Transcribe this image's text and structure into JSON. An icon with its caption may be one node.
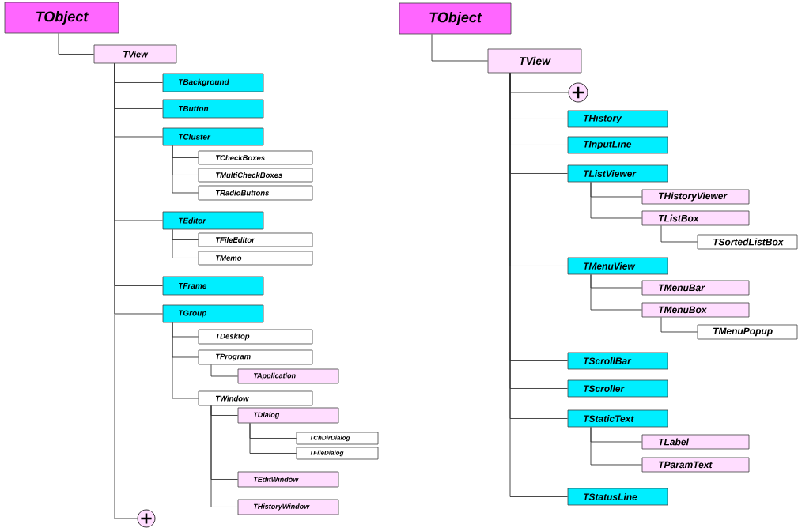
{
  "diagram": {
    "nodes": [
      {
        "text": [
          "TObject"
        ]
      },
      {
        "text": [
          "TView"
        ]
      },
      {
        "text": [
          "TBackground"
        ]
      },
      {
        "text": [
          "TButton"
        ]
      },
      {
        "text": [
          "TCluster"
        ]
      },
      {
        "text": [
          "TCheckBoxes"
        ]
      },
      {
        "text": [
          "TMultiCheckBoxes"
        ]
      },
      {
        "text": [
          "TRadioButtons"
        ]
      },
      {
        "text": [
          "TEditor"
        ]
      },
      {
        "text": [
          "TFileEditor"
        ]
      },
      {
        "text": [
          "TMemo"
        ]
      },
      {
        "text": [
          "TFrame"
        ]
      },
      {
        "text": [
          "TGroup"
        ]
      },
      {
        "text": [
          "TDesktop"
        ]
      },
      {
        "text": [
          "TProgram"
        ]
      },
      {
        "text": [
          "TApplication"
        ]
      },
      {
        "text": [
          "TWindow"
        ]
      },
      {
        "text": [
          "TDialog"
        ]
      },
      {
        "text": [
          "TChDirDialog"
        ]
      },
      {
        "text": [
          "TFileDialog"
        ]
      },
      {
        "text": [
          "TEditWindow"
        ]
      },
      {
        "text": [
          "THistoryWindow"
        ]
      },
      {
        "text": [],
        "shape": "circle"
      },
      {
        "text": [
          "TObject"
        ]
      },
      {
        "text": [
          "TView"
        ]
      },
      {
        "text": [],
        "shape": "circle"
      },
      {
        "text": [
          "THistory"
        ]
      },
      {
        "text": [
          "TInputLine"
        ]
      },
      {
        "text": [
          "TListViewer"
        ]
      },
      {
        "text": [
          "THistoryViewer"
        ]
      },
      {
        "text": [
          "TListBox"
        ]
      },
      {
        "text": [
          "TSortedListBox"
        ]
      },
      {
        "text": [
          "TMenuView"
        ]
      },
      {
        "text": [
          "TMenuBar"
        ]
      },
      {
        "text": [
          "TMenuBox"
        ]
      },
      {
        "text": [
          "TMenuPopup"
        ]
      },
      {
        "text": [
          "TScrollBar"
        ]
      },
      {
        "text": [
          "TScroller"
        ]
      },
      {
        "text": [
          "TStaticText"
        ]
      },
      {
        "text": [
          "TLabel"
        ]
      },
      {
        "text": [
          "TParamText"
        ]
      },
      {
        "text": [
          "TStatusLine"
        ]
      }
    ],
    "edges": [
      {
        "from": 0,
        "to": 1,
        "arrow": "none"
      },
      {
        "from": 1,
        "to": 2,
        "arrow": "none"
      },
      {
        "from": 1,
        "to": 3,
        "arrow": "none"
      },
      {
        "from": 1,
        "to": 4,
        "arrow": "none"
      },
      {
        "from": 4,
        "to": 5,
        "arrow": "none"
      },
      {
        "from": 4,
        "to": 6,
        "arrow": "none"
      },
      {
        "from": 4,
        "to": 7,
        "arrow": "none"
      },
      {
        "from": 1,
        "to": 8,
        "arrow": "none"
      },
      {
        "from": 8,
        "to": 9,
        "arrow": "none"
      },
      {
        "from": 8,
        "to": 10,
        "arrow": "none"
      },
      {
        "from": 1,
        "to": 11,
        "arrow": "none"
      },
      {
        "from": 1,
        "to": 12,
        "arrow": "none"
      },
      {
        "from": 12,
        "to": 13,
        "arrow": "none"
      },
      {
        "from": 12,
        "to": 14,
        "arrow": "none"
      },
      {
        "from": 14,
        "to": 15,
        "arrow": "none"
      },
      {
        "from": 12,
        "to": 16,
        "arrow": "none"
      },
      {
        "from": 16,
        "to": 17,
        "arrow": "none"
      },
      {
        "from": 17,
        "to": 18,
        "arrow": "none"
      },
      {
        "from": 17,
        "to": 19,
        "arrow": "none"
      },
      {
        "from": 16,
        "to": 20,
        "arrow": "none"
      },
      {
        "from": 16,
        "to": 21,
        "arrow": "none"
      },
      {
        "from": 1,
        "to": 22,
        "arrow": "none"
      },
      {
        "from": 23,
        "to": 24,
        "arrow": "none"
      },
      {
        "from": 24,
        "to": 25,
        "arrow": "none"
      },
      {
        "from": 24,
        "to": 26,
        "arrow": "none"
      },
      {
        "from": 24,
        "to": 27,
        "arrow": "none"
      },
      {
        "from": 24,
        "to": 28,
        "arrow": "none"
      },
      {
        "from": 28,
        "to": 29,
        "arrow": "none"
      },
      {
        "from": 28,
        "to": 30,
        "arrow": "none"
      },
      {
        "from": 30,
        "to": 31,
        "arrow": "none"
      },
      {
        "from": 24,
        "to": 32,
        "arrow": "none"
      },
      {
        "from": 32,
        "to": 33,
        "arrow": "none"
      },
      {
        "from": 32,
        "to": 34,
        "arrow": "none"
      },
      {
        "from": 34,
        "to": 35,
        "arrow": "none"
      },
      {
        "from": 24,
        "to": 36,
        "arrow": "none"
      },
      {
        "from": 24,
        "to": 37,
        "arrow": "none"
      },
      {
        "from": 24,
        "to": 38,
        "arrow": "none"
      },
      {
        "from": 38,
        "to": 39,
        "arrow": "none"
      },
      {
        "from": 38,
        "to": 40,
        "arrow": "none"
      },
      {
        "from": 24,
        "to": 41,
        "arrow": "none"
      }
    ]
  }
}
